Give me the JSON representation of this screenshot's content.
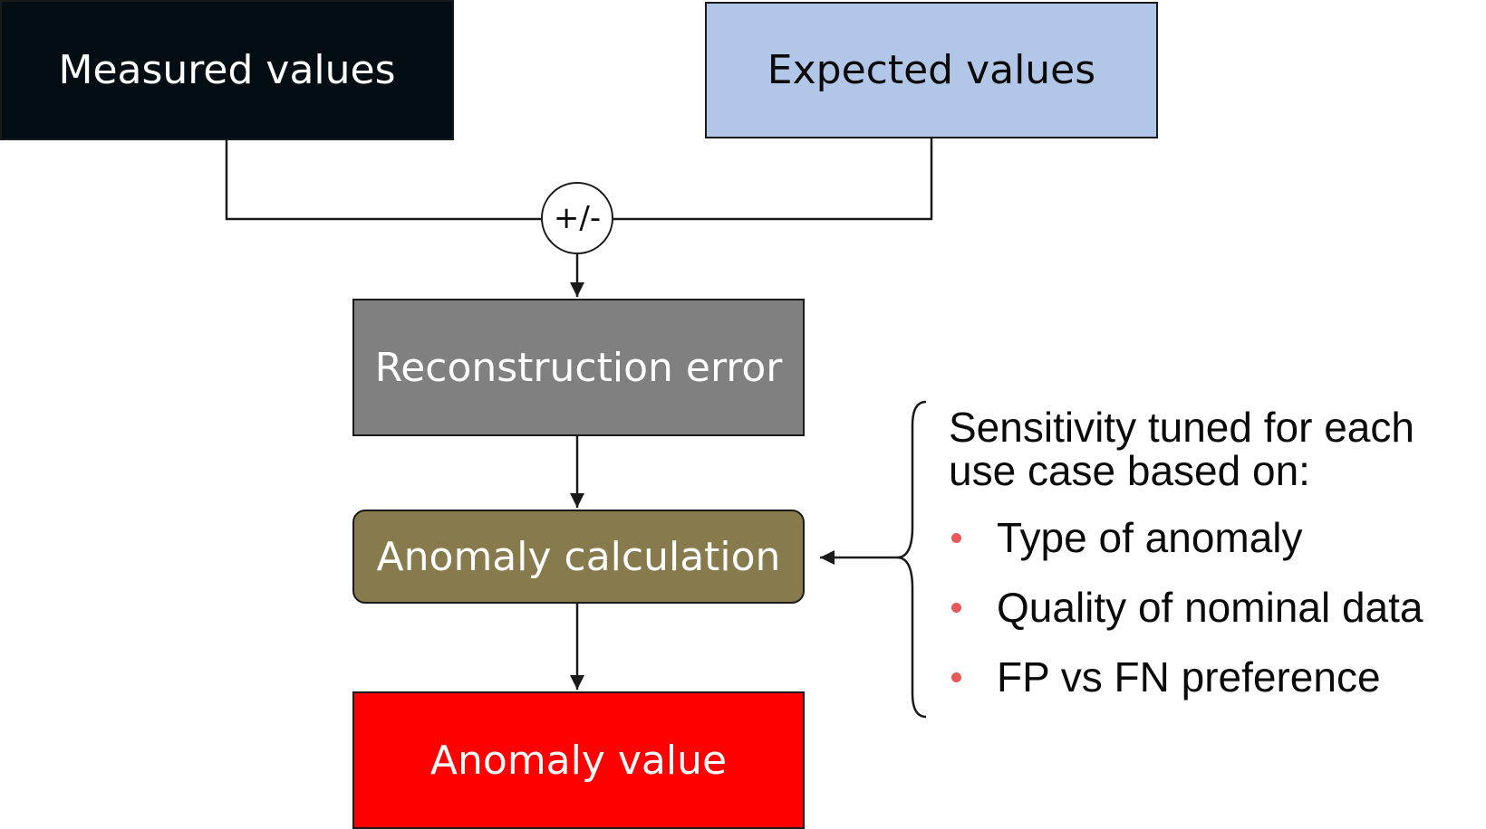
{
  "boxes": {
    "measured": "Measured values",
    "expected": "Expected values",
    "reconstruction": "Reconstruction error",
    "anomaly_calculation": "Anomaly calculation",
    "anomaly_value": "Anomaly value"
  },
  "operator": "+/-",
  "sensitivity_note": {
    "heading": "Sensitivity tuned for each use case based on:",
    "items": [
      "Type of anomaly",
      "Quality of nominal data",
      "FP vs FN preference"
    ]
  },
  "colors": {
    "measured_fill": "#030d14",
    "expected_fill": "#b2c7e7",
    "reconstruction_fill": "#808080",
    "anomaly_calculation_fill": "#877a4d",
    "anomaly_value_fill": "#ff0000",
    "bullet": "#e8585a",
    "line": "#1a1a1a"
  }
}
